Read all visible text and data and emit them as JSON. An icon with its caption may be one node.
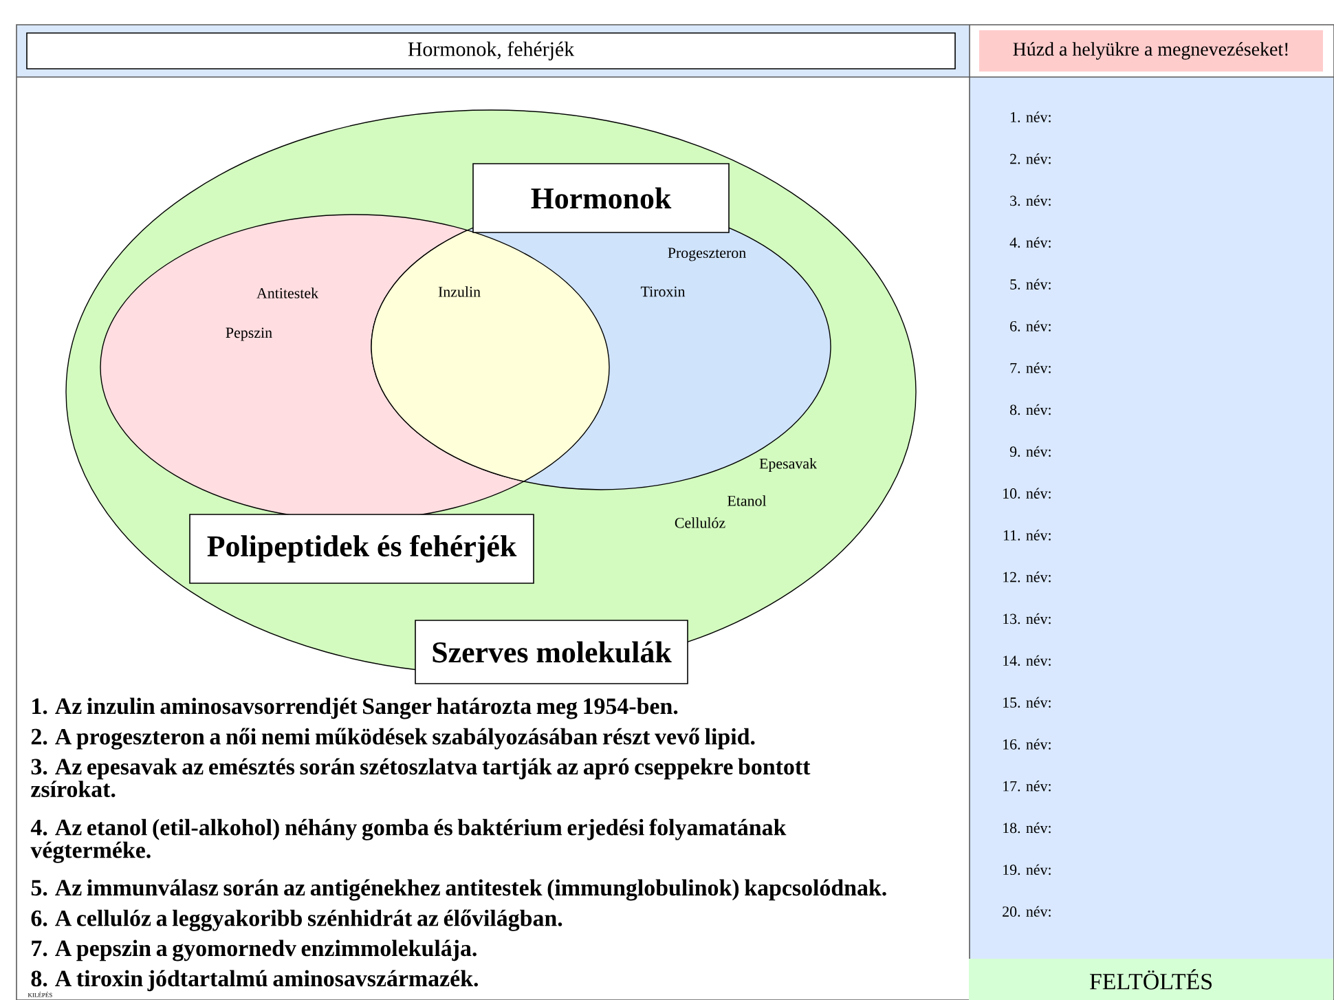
{
  "diagram": {
    "nodes": [
      {
        "text": [
          "Hormonok, fehérjék"
        ]
      },
      {
        "text": [
          "Húzd a helyükre a megnevezéseket!"
        ]
      },
      {
        "text": [
          "Szerves molekulák"
        ]
      },
      {
        "text": [
          "Polipeptidek és fehérjék"
        ],
        "in": 2
      },
      {
        "text": [
          "Hormonok"
        ],
        "in": 2
      },
      {
        "text": [
          "FELTÖLTÉS"
        ]
      }
    ],
    "labels": [
      "Progeszteron",
      "Antitestek",
      "Inzulin",
      "Tiroxin",
      "Pepszin",
      "Epesavak",
      "Etanol",
      "Cellulóz",
      "1. Az inzulin aminosavsorrendjét Sanger határozta meg 1954-ben.",
      "2. A progeszteron a női nemi működések szabályozásában részt vevő lipid.",
      "3. Az epesavak az emésztés során szétoszlatva tartják az apró cseppekre bontott zsírokat.",
      "4. Az etanol (etil-alkohol) néhány gomba és baktérium erjedési folyamatának végterméke.",
      "5. Az immunválasz során az antigénekhez antitestek (immunglobulinok) kapcsolódnak.",
      "6. A cellulóz a leggyakoribb szénhidrát az élővilágban.",
      "7. A pepszin a gyomornedv enzimmolekulája.",
      "8. A tiroxin jódtartalmú aminosavszármazék.",
      "KILÉPÉS",
      "1. név:",
      "2. név:",
      "3. név:",
      "4. név:",
      "5. név:",
      "6. név:",
      "7. név:",
      "8. név:",
      "9. név:",
      "10. név:",
      "11. név:",
      "12. név:",
      "13. név:",
      "14. név:",
      "15. név:",
      "16. név:",
      "17. név:",
      "18. név:",
      "19. név:",
      "20. név:"
    ]
  }
}
